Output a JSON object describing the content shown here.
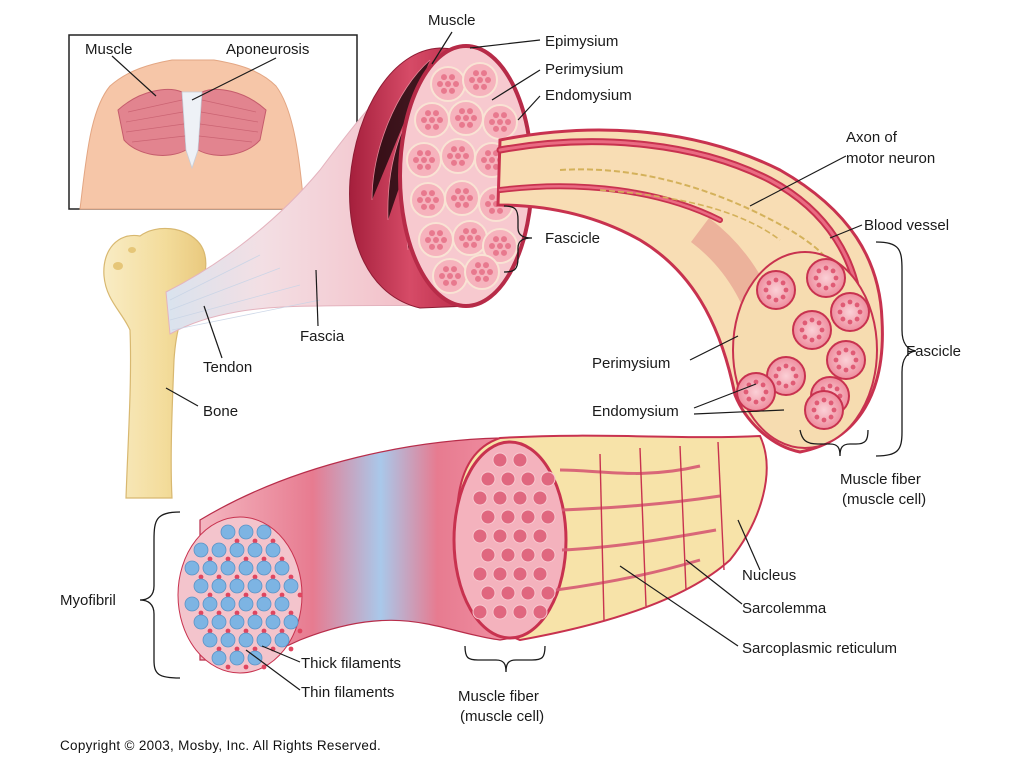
{
  "labels": {
    "inset_muscle": "Muscle",
    "inset_aponeurosis": "Aponeurosis",
    "muscle_top": "Muscle",
    "epimysium": "Epimysium",
    "perimysium_top": "Perimysium",
    "endomysium_top": "Endomysium",
    "axon_line1": "Axon of",
    "axon_line2": "motor neuron",
    "blood_vessel": "Blood vessel",
    "fascicle_upper": "Fascicle",
    "fascicle_right": "Fascicle",
    "fascia": "Fascia",
    "tendon": "Tendon",
    "bone": "Bone",
    "perimysium_mid": "Perimysium",
    "endomysium_mid": "Endomysium",
    "fiber_right_line1": "Muscle fiber",
    "fiber_right_line2": "(muscle cell)",
    "myofibril": "Myofibril",
    "nucleus": "Nucleus",
    "sarcolemma": "Sarcolemma",
    "sarcoplasmic_reticulum": "Sarcoplasmic reticulum",
    "thick_filaments": "Thick filaments",
    "thin_filaments": "Thin filaments",
    "fiber_bottom_line1": "Muscle fiber",
    "fiber_bottom_line2": "(muscle cell)"
  },
  "copyright": "Copyright © 2003, Mosby, Inc. All Rights Reserved.",
  "colors": {
    "muscle_red": "#c8324f",
    "muscle_pink": "#f2a3ae",
    "tissue_cream": "#f8ddb4",
    "bone_yellow": "#f6e3a8",
    "filament_blue": "#7db4e3",
    "skin": "#f6c6a8"
  }
}
